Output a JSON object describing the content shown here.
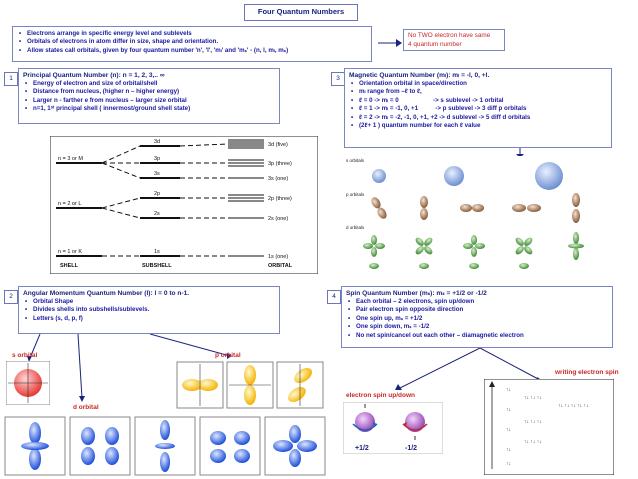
{
  "title": "Four Quantum Numbers",
  "intro": {
    "items": [
      "Electrons arrange in specific energy level and sublevels",
      "Orbitals of electrons in atom differ in size, shape and orientation.",
      "Allow states call orbitals, given by four quantum number 'n', 'l', 'mₗ' and 'mₛ' - (n, l, mₗ, mₛ)"
    ]
  },
  "note": {
    "line1": "No TWO electron have same",
    "line2": "4 quantum number"
  },
  "principal": {
    "num": "1",
    "header": "Principal Quantum Number (n): n = 1, 2, 3,.. ∞",
    "items": [
      "Energy of electron and size of orbital/shell",
      "Distance from nucleus, (higher n – higher energy)",
      "Larger n - farther e from nucleus – larger size orbital",
      "n=1, 1ˢᵗ principal shell ( innermost/ground shell state)"
    ]
  },
  "magnetic": {
    "num": "3",
    "header": "Magnetic Quantum Number (mₗ): mₗ = -l, 0, +l.",
    "items": [
      "Orientation orbital in space/direction",
      "mₗ range from –ℓ to ℓ,",
      "ℓ = 0 -> mₗ = 0                    -> s sublevel -> 1 orbital",
      "ℓ = 1 -> mₗ = -1, 0, +1          -> p sublevel -> 3 diff p orbitals",
      "ℓ = 2 -> mₗ = -2, -1, 0, +1, +2 -> d sublevel -> 5 diff d orbitals",
      "(2ℓ+ 1 ) quantum number for each ℓ value"
    ]
  },
  "angular": {
    "num": "2",
    "header": "Angular Momentum Quantum Number (l): l = 0 to n-1.",
    "items": [
      "Orbital Shape",
      "Divides shells into subshells/sublevels.",
      "Letters (s, d, p, f)"
    ]
  },
  "spin": {
    "num": "4",
    "header": "Spin Quantum Number (mₛ): mₛ = +1/2 or -1/2",
    "items": [
      "Each orbital – 2 electrons, spin up/down",
      "Pair electron spin opposite direction",
      "One spin up, mₛ = +1/2",
      "One spin down, mₛ = -1/2",
      "No net spin/cancel out each other – diamagnetic electron"
    ]
  },
  "labels": {
    "s_orbital": "s orbital",
    "p_orbital": "p orbital",
    "d_orbital": "d orbital",
    "spin_updown": "electron spin up/down",
    "writing_spin": "writing electron spin",
    "plus_half": "+1/2",
    "minus_half": "-1/2"
  },
  "energy_diagram": {
    "shells": [
      "n = 3 or M",
      "n = 2 or L",
      "n = 1 or K"
    ],
    "subshells": [
      "3d",
      "3p",
      "3s",
      "2p",
      "2s",
      "1s"
    ],
    "orbitals": [
      "3d (five)",
      "3p (three)",
      "3s (one)",
      "2p (three)",
      "2s (one)",
      "1s (one)"
    ],
    "shell_label": "SHELL",
    "subshell_label": "SUBSHELL",
    "orbital_label": "ORBITAL"
  },
  "orbital_chart": {
    "row_labels": [
      "s orbitals",
      "p orbitals",
      "d orbitals"
    ]
  },
  "colors": {
    "accent": "#1a237e",
    "red": "#c62828",
    "border": "#7a86c2"
  }
}
